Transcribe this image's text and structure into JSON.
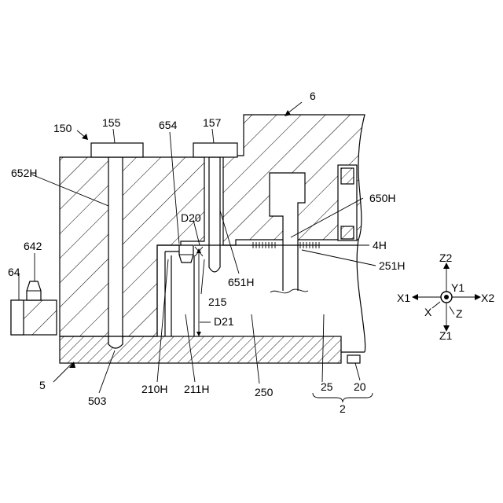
{
  "labels": {
    "l6": "6",
    "l150": "150",
    "l155": "155",
    "l654": "654",
    "l157": "157",
    "l652H": "652H",
    "l650H": "650H",
    "l642": "642",
    "l64": "64",
    "lD20": "D20",
    "l4H": "4H",
    "l251H": "251H",
    "l651H": "651H",
    "l215": "215",
    "lD21": "D21",
    "l5": "5",
    "l503": "503",
    "l210H": "210H",
    "l211H": "211H",
    "l250": "250",
    "l25": "25",
    "l20": "20",
    "l2": "2"
  },
  "axes": {
    "z2": "Z2",
    "y1": "Y1",
    "x1": "X1",
    "x2": "X2",
    "x": "X",
    "z": "Z",
    "z1": "Z1"
  }
}
